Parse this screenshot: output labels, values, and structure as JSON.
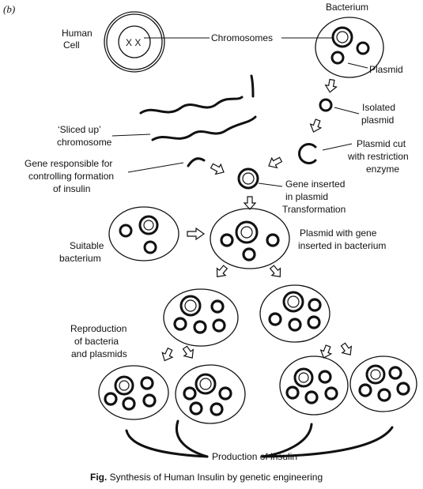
{
  "part_label": "(b)",
  "labels": {
    "human_cell": [
      "Human",
      "Cell"
    ],
    "chromosome_letters": "X X",
    "chromosomes": "Chromosomes",
    "bacterium": "Bacterium",
    "plasmid": "Plasmid",
    "isolated_plasmid": [
      "Isolated",
      "plasmid"
    ],
    "sliced_chromosome": [
      "‘Sliced up’",
      "chromosome"
    ],
    "plasmid_cut": [
      "Plasmid cut",
      "with restriction",
      "enzyme"
    ],
    "gene_responsible": [
      "Gene responsible for",
      "controlling formation",
      "of insulin"
    ],
    "gene_inserted": [
      "Gene inserted",
      "in plasmid",
      "Transformation"
    ],
    "suitable_bacterium": [
      "Suitable",
      "bacterium"
    ],
    "plasmid_with_gene": [
      "Plasmid with gene",
      "inserted in bacterium"
    ],
    "reproduction": [
      "Reproduction",
      "of bacteria",
      "and plasmids"
    ],
    "production": "Production of insulin"
  },
  "caption": {
    "prefix": "Fig.",
    "text": " Synthesis of Human Insulin by genetic engineering"
  }
}
